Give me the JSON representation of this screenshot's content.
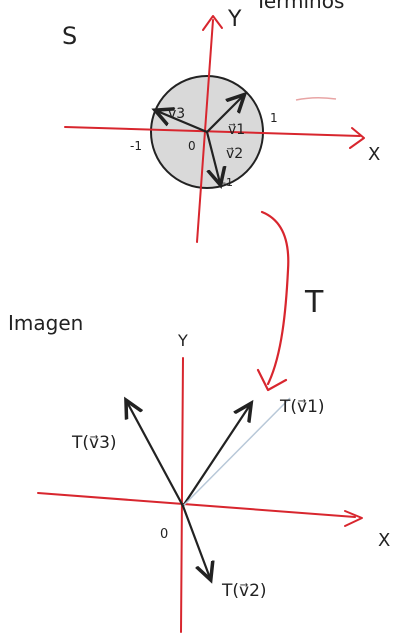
{
  "header_fragment": "Términos",
  "top": {
    "set_label": "S",
    "axis_y": "Y",
    "axis_x": "X",
    "tick_pos": "1",
    "tick_neg": "-1",
    "tick_neg_y": "-1",
    "origin": "0",
    "v1": "v⃗1",
    "v2": "v⃗2",
    "v3": "v⃗3"
  },
  "transform_label": "T",
  "bottom": {
    "title": "Imagen",
    "axis_y": "Y",
    "axis_x": "X",
    "origin": "0",
    "tv1": "T(v⃗1)",
    "tv2": "T(v⃗2)",
    "tv3": "T(v⃗3)"
  },
  "colors": {
    "axes": "#d8262e",
    "ink": "#222222",
    "circle_fill": "#d9d9d9"
  }
}
